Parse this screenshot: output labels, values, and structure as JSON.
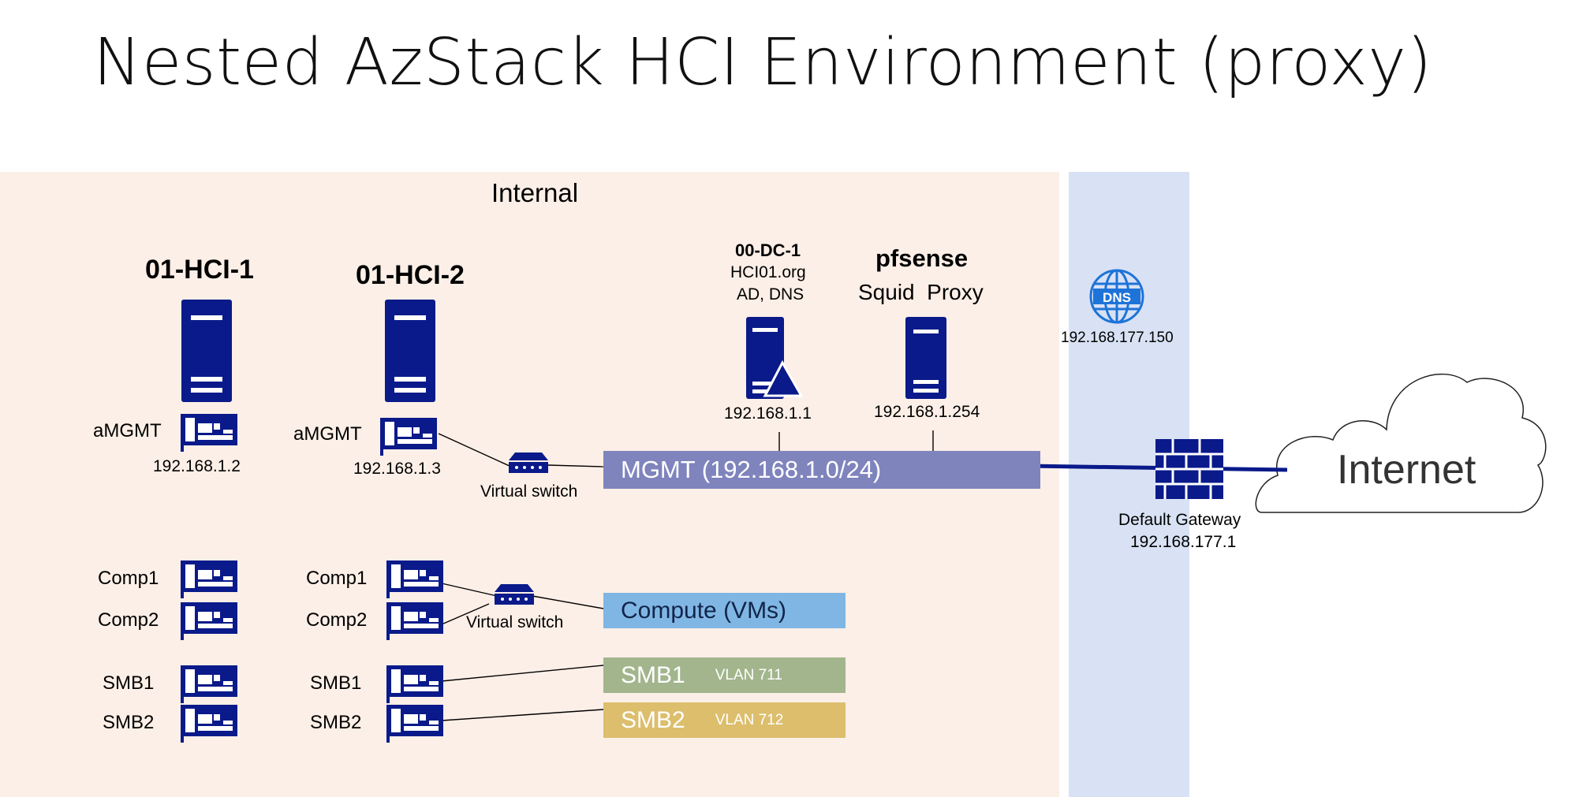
{
  "title": "Nested AzStack HCI Environment (proxy)",
  "zones": {
    "internal": "Internal"
  },
  "hosts": [
    {
      "name": "01-HCI-1",
      "mgmt_label": "aMGMT",
      "mgmt_ip": "192.168.1.2",
      "nics": [
        "Comp1",
        "Comp2",
        "SMB1",
        "SMB2"
      ]
    },
    {
      "name": "01-HCI-2",
      "mgmt_label": "aMGMT",
      "mgmt_ip": "192.168.1.3",
      "nics": [
        "Comp1",
        "Comp2",
        "SMB1",
        "SMB2"
      ]
    }
  ],
  "virtual_switch_label": "Virtual switch",
  "dc": {
    "name": "00-DC-1",
    "domain": "HCI01.org",
    "roles": "AD, DNS",
    "ip": "192.168.1.1"
  },
  "proxy": {
    "name": "pfsense",
    "service": "Squid  Proxy",
    "ip": "192.168.1.254"
  },
  "dns": {
    "icon_text": "DNS",
    "ip": "192.168.177.150"
  },
  "gateway": {
    "label": "Default Gateway",
    "ip": "192.168.177.1"
  },
  "internet": "Internet",
  "networks": {
    "mgmt": "MGMT (192.168.1.0/24)",
    "compute": "Compute (VMs)",
    "smb1": {
      "name": "SMB1",
      "vlan": "VLAN 711"
    },
    "smb2": {
      "name": "SMB2",
      "vlan": "VLAN 712"
    }
  },
  "colors": {
    "icon": "#0a1a8a",
    "internal_zone": "#fcefe7",
    "external_zone": "#d8e2f4",
    "mgmt": "#7f84bd",
    "compute": "#80b6e3",
    "smb1": "#a2b58c",
    "smb2": "#dcbe6d",
    "dns": "#1e73d8"
  }
}
